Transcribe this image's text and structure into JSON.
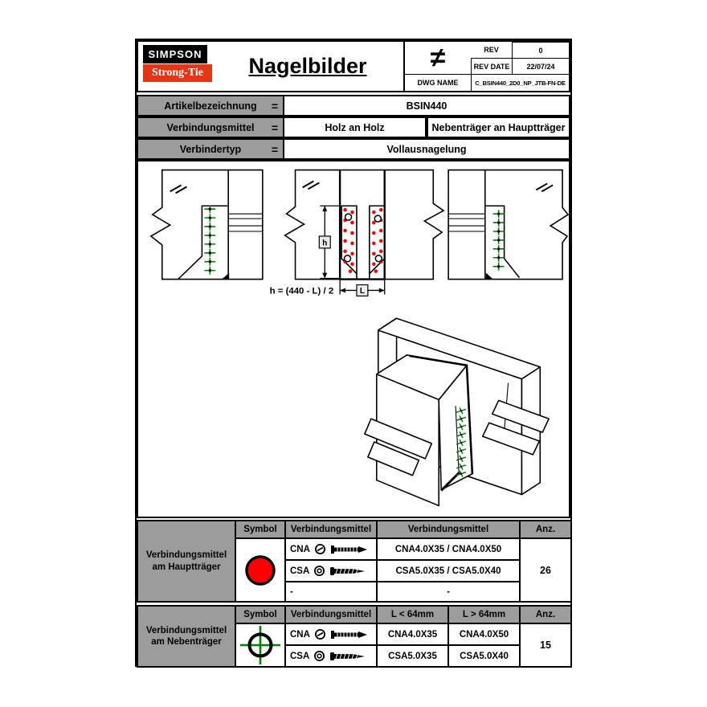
{
  "colors": {
    "brand_black": "#000000",
    "brand_red": "#e53517",
    "table_header_gray": "#9c9c9c",
    "nail_haupt": "#ff0000",
    "nail_neben": "#008000",
    "line": "#000000"
  },
  "header": {
    "logo_line1": "SIMPSON",
    "logo_line2": "Strong-Tie",
    "title": "Nagelbilder",
    "projection_symbol": "≠",
    "rev_label": "REV",
    "rev_value": "0",
    "rev_date_label": "REV DATE",
    "rev_date_value": "22/07/24",
    "dwg_name_label": "DWG NAME",
    "dwg_name_value": "C_BSIN440_2D0_NP_JTB-FN-DE"
  },
  "info_rows": [
    {
      "label": "Artikelbezeichnung",
      "eq": "=",
      "value": "BSIN440"
    },
    {
      "label": "Verbindungsmittel",
      "eq": "=",
      "value1": "Holz an Holz",
      "value2": "Nebenträger an Hauptträger"
    },
    {
      "label": "Verbindertyp",
      "eq": "=",
      "value": "Vollausnagelung"
    }
  ],
  "drawing": {
    "dim_note": "h = (440 - L) / 2",
    "dim_h": "h",
    "dim_l": "L"
  },
  "tables": {
    "haupt": {
      "label_line1": "Verbindungsmittel",
      "label_line2": "am Hauptträger",
      "headers": [
        "Symbol",
        "Verbindungsmittel",
        "Verbindungsmittel",
        "Anz."
      ],
      "rows": [
        {
          "code": "CNA",
          "value": "CNA4.0X35 / CNA4.0X50"
        },
        {
          "code": "CSA",
          "value": "CSA5.0X35 / CSA5.0X40"
        },
        {
          "code": "-",
          "value": "-"
        }
      ],
      "anz": "26"
    },
    "neben": {
      "label_line1": "Verbindungsmittel",
      "label_line2": "am Nebenträger",
      "headers": [
        "Symbol",
        "Verbindungsmittel",
        "L < 64mm",
        "L > 64mm",
        "Anz."
      ],
      "rows": [
        {
          "code": "CNA",
          "l_short": "CNA4.0X35",
          "l_long": "CNA4.0X50"
        },
        {
          "code": "CSA",
          "l_short": "CSA5.0X35",
          "l_long": "CSA5.0X40"
        }
      ],
      "anz": "15"
    }
  }
}
